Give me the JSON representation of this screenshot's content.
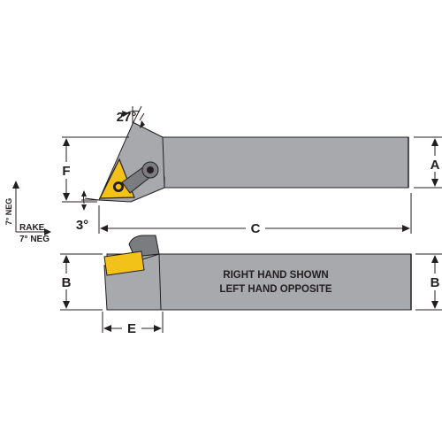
{
  "dimensions": {
    "a_label": "A",
    "b_label_left": "B",
    "b_label_right": "B",
    "c_label": "C",
    "e_label": "E",
    "f_label": "F"
  },
  "angles": {
    "top_angle": "27°",
    "side_angle": "3°"
  },
  "rake": {
    "label": "RAKE",
    "vertical_neg": "7° NEG",
    "horizontal_neg": "7° NEG"
  },
  "side_view_note": {
    "line1": "RIGHT HAND SHOWN",
    "line2": "LEFT HAND OPPOSITE"
  },
  "colors": {
    "tool_body": "#a7a9ac",
    "insert": "#f2c218",
    "outline": "#231f20"
  }
}
